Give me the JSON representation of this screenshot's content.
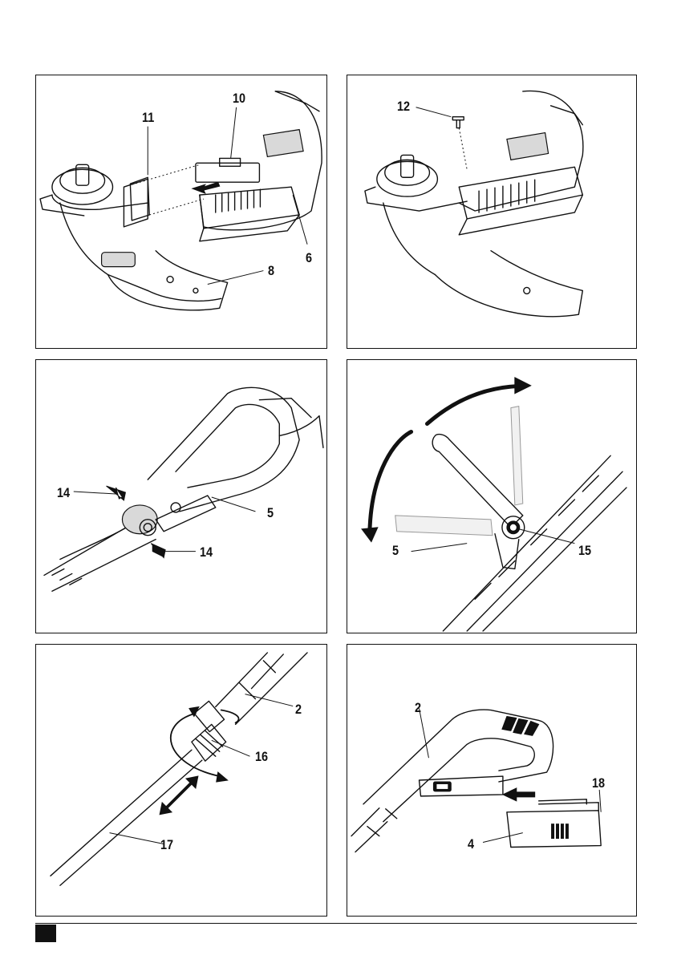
{
  "figures": [
    {
      "id": "a",
      "labels": [
        "11",
        "10",
        "6",
        "8"
      ]
    },
    {
      "id": "b",
      "labels": [
        "12"
      ]
    },
    {
      "id": "c",
      "labels": [
        "14",
        "5",
        "14"
      ]
    },
    {
      "id": "d",
      "labels": [
        "5",
        "15"
      ]
    },
    {
      "id": "e",
      "labels": [
        "2",
        "16",
        "17"
      ]
    },
    {
      "id": "f",
      "labels": [
        "2",
        "18",
        "4"
      ]
    }
  ],
  "icons": {
    "direction_arrow": "arrow-icon",
    "rotation_arrow": "rotate-arrow-icon",
    "page_marker": "black-square-icon"
  }
}
